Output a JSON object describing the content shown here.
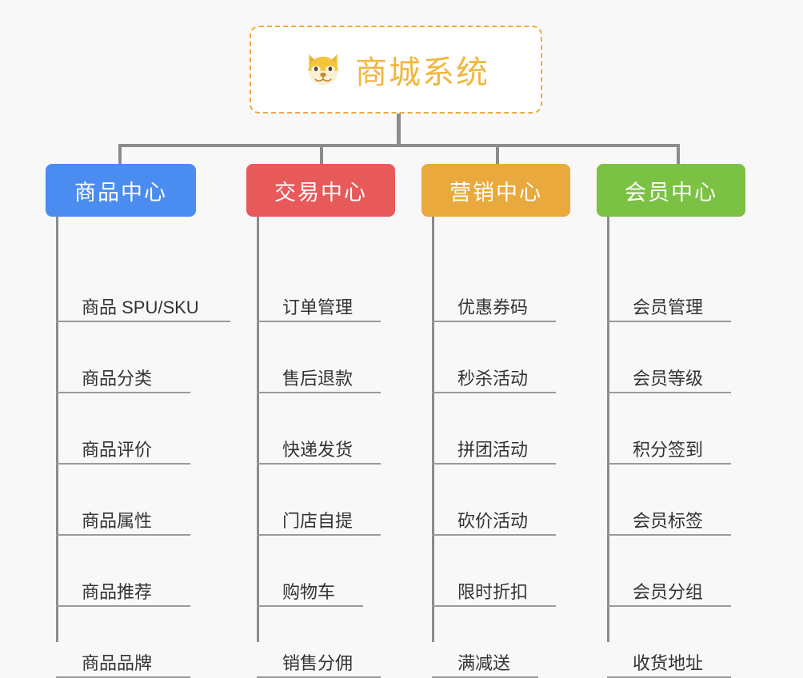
{
  "background_color": "#f8f8f8",
  "root": {
    "title": "商城系统",
    "icon": "shiba-inu-dog-face-icon",
    "title_color": "#f0b73f",
    "border_color": "#ecac3f"
  },
  "connector_color": "#8c8c8c",
  "columns": [
    {
      "label": "商品中心",
      "color": "#4a8cf0",
      "items": [
        "商品 SPU/SKU",
        "商品分类",
        "商品评价",
        "商品属性",
        "商品推荐",
        "商品品牌"
      ]
    },
    {
      "label": "交易中心",
      "color": "#e8595a",
      "items": [
        "订单管理",
        "售后退款",
        "快递发货",
        "门店自提",
        "购物车",
        "销售分佣"
      ]
    },
    {
      "label": "营销中心",
      "color": "#eaa93c",
      "items": [
        "优惠券码",
        "秒杀活动",
        "拼团活动",
        "砍价活动",
        "限时折扣",
        "满减送"
      ]
    },
    {
      "label": "会员中心",
      "color": "#7bc143",
      "items": [
        "会员管理",
        "会员等级",
        "积分签到",
        "会员标签",
        "会员分组",
        "收货地址"
      ]
    }
  ]
}
